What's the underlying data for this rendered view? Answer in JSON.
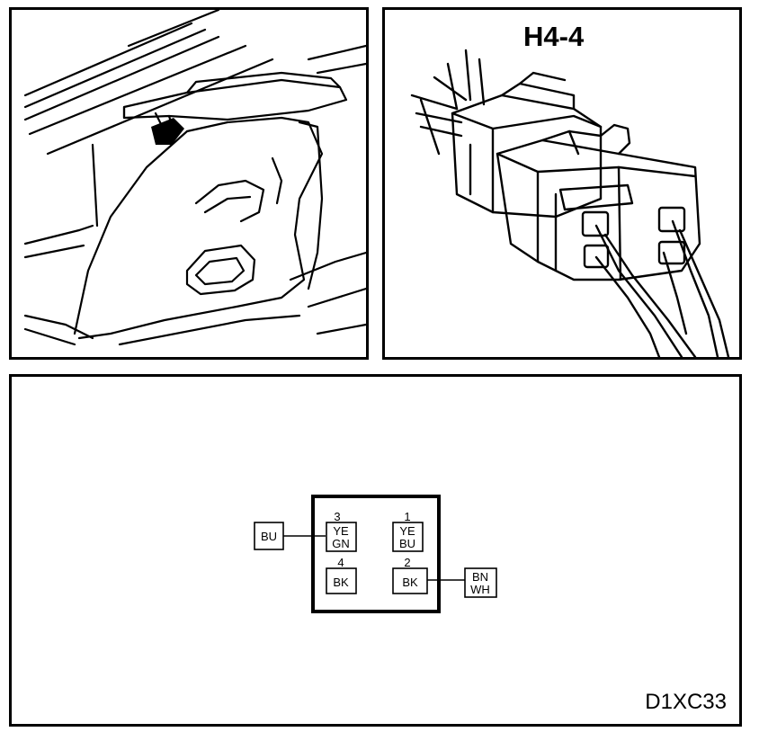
{
  "connector": {
    "title": "H4-4"
  },
  "diagram_code": "D1XC33",
  "pins": [
    {
      "number": "3",
      "wire_top": "YE",
      "wire_bottom": "GN"
    },
    {
      "number": "1",
      "wire_top": "YE",
      "wire_bottom": "BU"
    },
    {
      "number": "4",
      "wire": "BK"
    },
    {
      "number": "2",
      "wire": "BK"
    }
  ],
  "external_wires": {
    "left": "BU",
    "right_top": "BN",
    "right_bottom": "WH"
  }
}
